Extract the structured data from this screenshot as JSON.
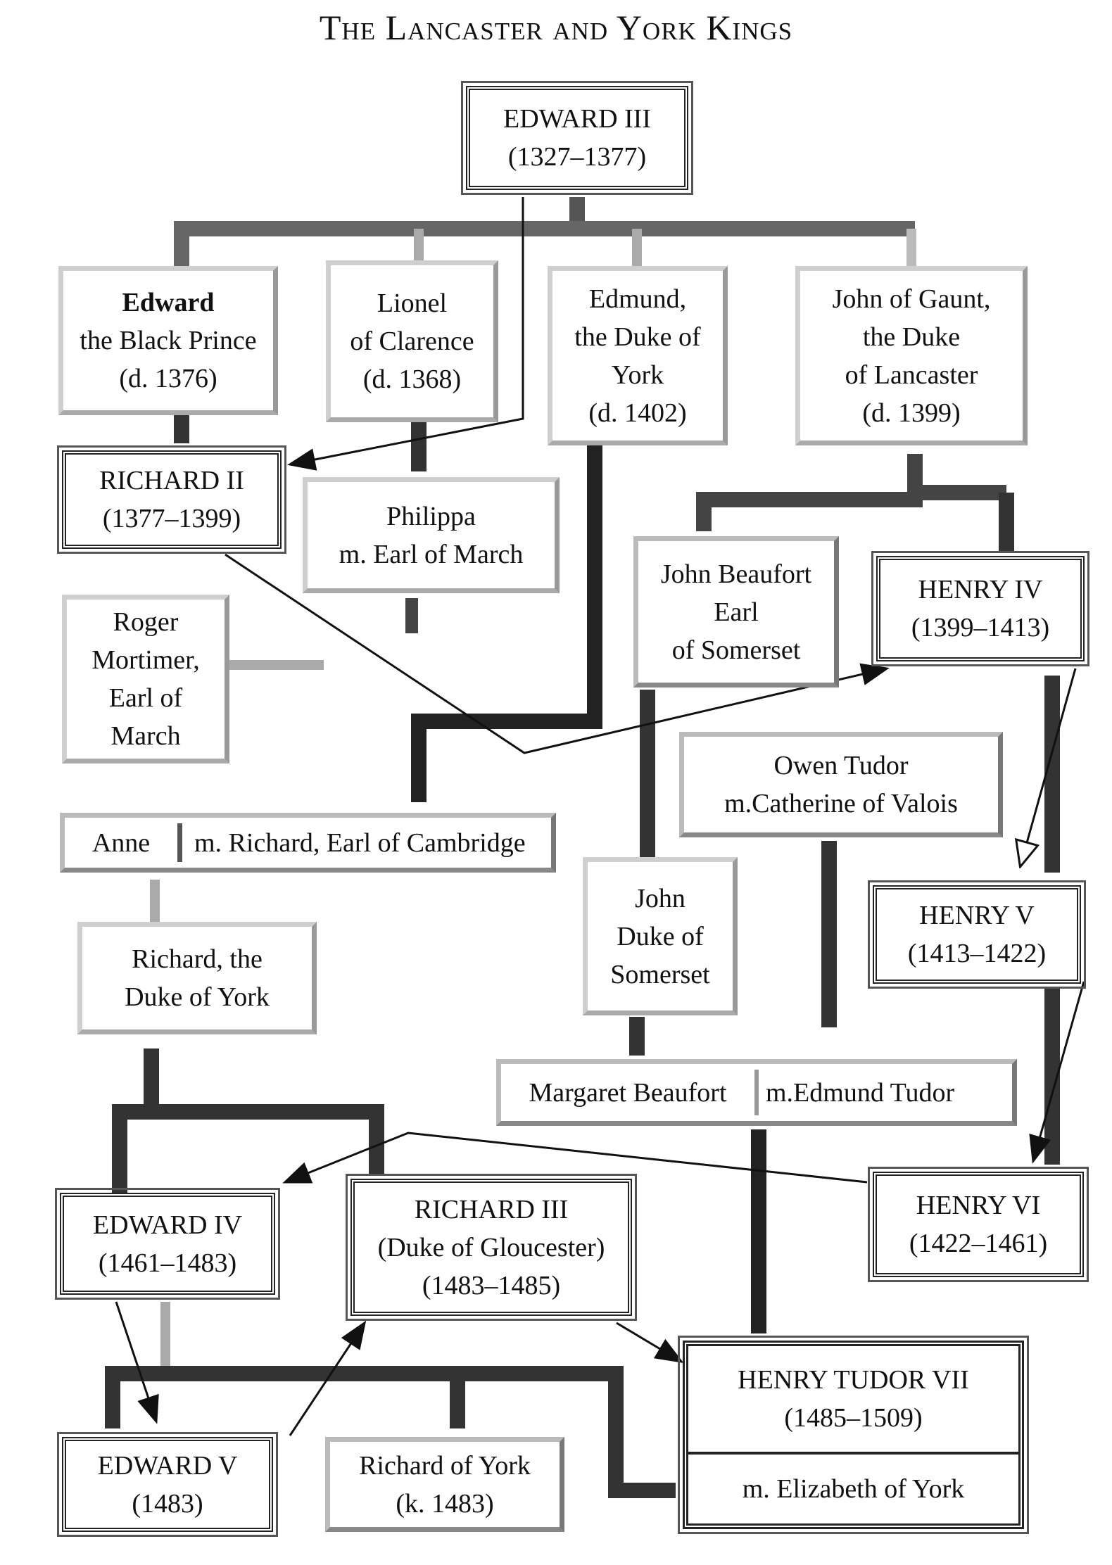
{
  "title": "The Lancaster and York Kings",
  "people": {
    "edward_iii": {
      "name": "EDWARD III",
      "dates": "(1327–1377)"
    },
    "black_prince": {
      "line1": "Edward",
      "line2": "the Black Prince",
      "line3": "(d. 1376)"
    },
    "lionel": {
      "line1": "Lionel",
      "line2": "of Clarence",
      "line3": "(d. 1368)"
    },
    "edmund": {
      "line1": "Edmund,",
      "line2": "the Duke of",
      "line3": "York",
      "line4": "(d. 1402)"
    },
    "gaunt": {
      "line1": "John of Gaunt,",
      "line2": "the Duke",
      "line3": "of Lancaster",
      "line4": "(d. 1399)"
    },
    "richard_ii": {
      "name": "RICHARD II",
      "dates": "(1377–1399)"
    },
    "philippa": {
      "line1": "Philippa",
      "line2": "m. Earl of March"
    },
    "john_beaufort": {
      "line1": "John Beaufort",
      "line2": "Earl",
      "line3": "of Somerset"
    },
    "henry_iv": {
      "name": "HENRY IV",
      "dates": "(1399–1413)"
    },
    "roger": {
      "line1": "Roger",
      "line2": "Mortimer,",
      "line3": "Earl of",
      "line4": "March"
    },
    "owen": {
      "line1": "Owen Tudor",
      "line2": "m.Catherine of Valois"
    },
    "anne": {
      "left": "Anne",
      "right": "m. Richard, Earl of Cambridge"
    },
    "john_somerset": {
      "line1": "John",
      "line2": "Duke of",
      "line3": "Somerset"
    },
    "henry_v": {
      "name": "HENRY V",
      "dates": "(1413–1422)"
    },
    "richard_york": {
      "line1": "Richard, the",
      "line2": "Duke of York"
    },
    "margaret": {
      "left": "Margaret Beaufort",
      "right": "m.Edmund Tudor"
    },
    "edward_iv": {
      "name": "EDWARD IV",
      "dates": "(1461–1483)"
    },
    "richard_iii": {
      "name": "RICHARD III",
      "line2": "(Duke of Gloucester)",
      "dates": "(1483–1485)"
    },
    "henry_vi": {
      "name": "HENRY VI",
      "dates": "(1422–1461)"
    },
    "henry_vii": {
      "name": "HENRY TUDOR VII",
      "dates": "(1485–1509)",
      "spouse": "m. Elizabeth of York"
    },
    "edward_v": {
      "name": "EDWARD V",
      "dates": "(1483)"
    },
    "richard_of_york": {
      "line1": "Richard of York",
      "line2": "(k. 1483)"
    }
  }
}
